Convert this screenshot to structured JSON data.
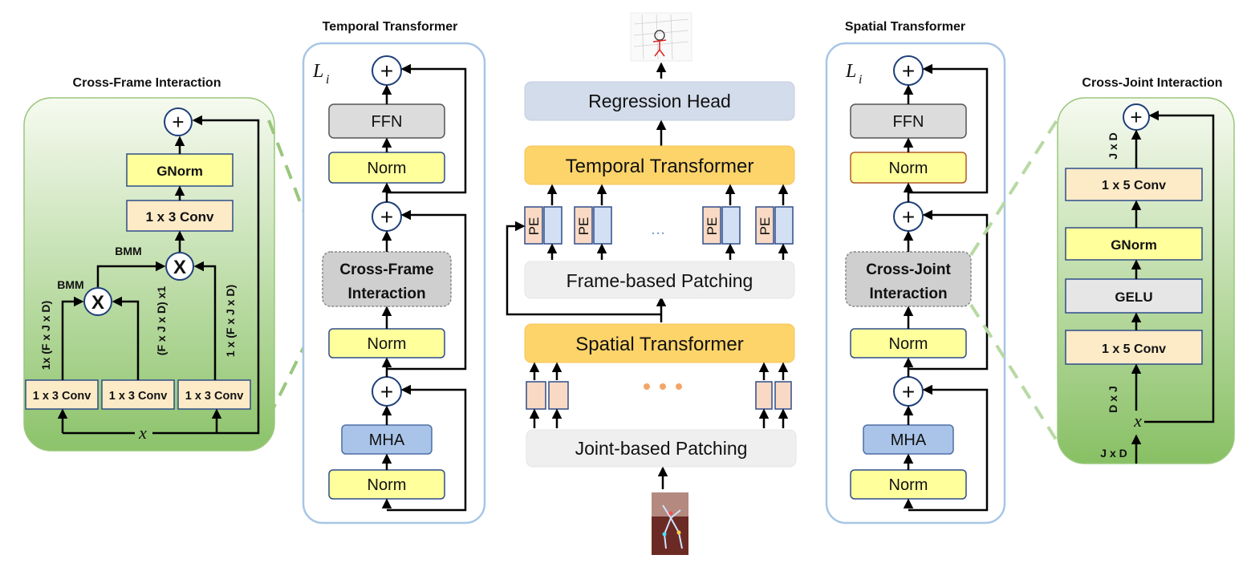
{
  "cross_frame": {
    "title": "Cross-Frame Interaction",
    "gnorm": "GNorm",
    "conv_top": "1 x 3 Conv",
    "bmm_top": "BMM",
    "bmm_left": "BMM",
    "mult": "X",
    "plus": "+",
    "conv1": "1 x 3 Conv",
    "conv2": "1 x 3 Conv",
    "conv3": "1 x 3 Conv",
    "dim1": "1x (F x J x D)",
    "dim2": "(F x J x D) x1",
    "dim3": "1 x (F x J x D)",
    "x": "x"
  },
  "temporal_block": {
    "title": "Temporal Transformer",
    "layer": "L",
    "layer_sub": "i",
    "ffn": "FFN",
    "norm1": "Norm",
    "cross": "Cross-Frame",
    "cross2": "Interaction",
    "norm2": "Norm",
    "mha": "MHA",
    "norm3": "Norm",
    "plus": "+"
  },
  "center": {
    "regression": "Regression Head",
    "temporal": "Temporal Transformer",
    "pe": "PE",
    "dots": "...",
    "frame_patching": "Frame-based Patching",
    "spatial": "Spatial Transformer",
    "joint_patching": "Joint-based Patching"
  },
  "spatial_block": {
    "title": "Spatial Transformer",
    "layer": "L",
    "layer_sub": "i",
    "ffn": "FFN",
    "norm1": "Norm",
    "cross": "Cross-Joint",
    "cross2": "Interaction",
    "norm2": "Norm",
    "mha": "MHA",
    "norm3": "Norm",
    "plus": "+"
  },
  "cross_joint": {
    "title": "Cross-Joint Interaction",
    "conv_top": "1 x 5 Conv",
    "gnorm": "GNorm",
    "gelu": "GELU",
    "conv_bottom": "1 x 5 Conv",
    "dim_top": "J x D",
    "dim_mid": "D x J",
    "dim_bottom": "J x D",
    "x": "x",
    "plus": "+"
  },
  "colors": {
    "green_top": "#f4f9ee",
    "green_bottom": "#8cc36a",
    "yellow": "#ffff9c",
    "beige": "#fdebc8",
    "orange": "#fdd46a",
    "gray_box": "#dcdcdc",
    "blue_box": "#a9c4e8",
    "regression": "#d3dcea",
    "panel_border": "#a7c6e6",
    "pe_fill": "#f9d9c4",
    "token_fill": "#d3e0f3"
  }
}
